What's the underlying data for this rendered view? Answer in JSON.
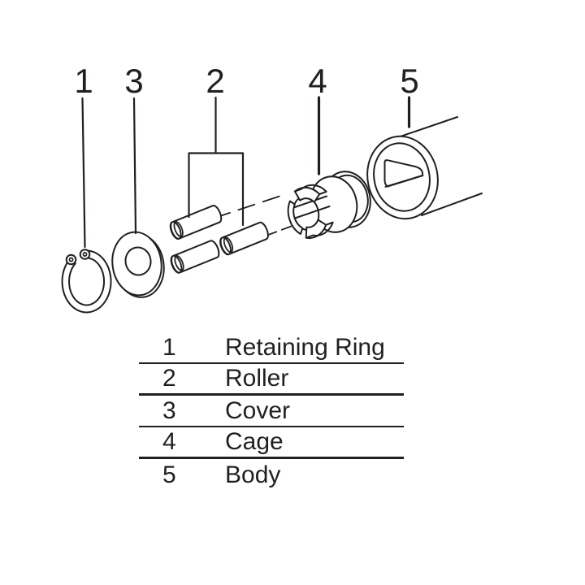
{
  "diagram": {
    "callouts": [
      {
        "num": "1",
        "part": "retaining-ring"
      },
      {
        "num": "3",
        "part": "cover"
      },
      {
        "num": "2",
        "part": "roller"
      },
      {
        "num": "4",
        "part": "cage"
      },
      {
        "num": "5",
        "part": "body"
      }
    ]
  },
  "parts_table": {
    "rows": [
      {
        "num": "1",
        "name": "Retaining Ring"
      },
      {
        "num": "2",
        "name": "Roller"
      },
      {
        "num": "3",
        "name": "Cover"
      },
      {
        "num": "4",
        "name": "Cage"
      },
      {
        "num": "5",
        "name": "Body"
      }
    ]
  },
  "colors": {
    "line": "#231f20",
    "background": "#ffffff"
  }
}
